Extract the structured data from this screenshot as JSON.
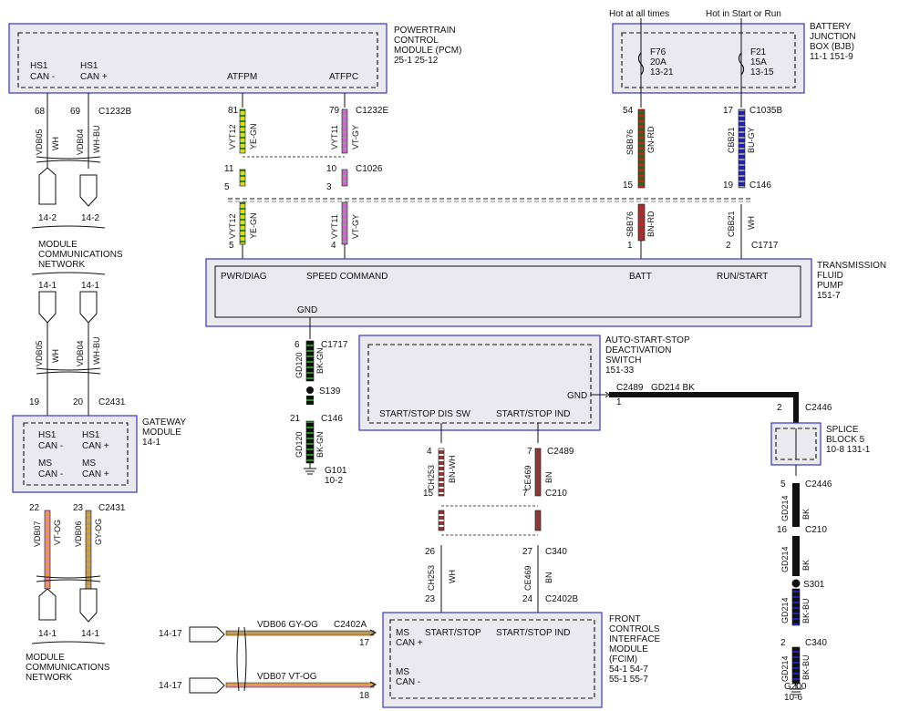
{
  "modules": {
    "pcm": {
      "title": [
        "POWERTRAIN",
        "CONTROL",
        "MODULE (PCM)",
        "25-1   25-12"
      ],
      "pins": {
        "hs1_can_minus": [
          "HS1",
          "CAN -"
        ],
        "hs1_can_plus": [
          "HS1",
          "CAN +"
        ],
        "atfpm": "ATFPM",
        "atfpc": "ATFPC"
      }
    },
    "bjb": {
      "title": [
        "BATTERY",
        "JUNCTION",
        "BOX (BJB)",
        "11-1   151-9"
      ],
      "hot_all": "Hot at all times",
      "hot_start_run": "Hot in Start or Run",
      "f76": [
        "F76",
        "20A",
        "13-21"
      ],
      "f21": [
        "F21",
        "15A",
        "13-15"
      ]
    },
    "pump": {
      "title": [
        "TRANSMISSION",
        "FLUID",
        "PUMP",
        "151-7"
      ],
      "pins": {
        "pwr": "PWR/DIAG",
        "speed": "SPEED COMMAND",
        "batt": "BATT",
        "run": "RUN/START",
        "gnd": "GND"
      }
    },
    "switch": {
      "title": [
        "AUTO-START-STOP",
        "DEACTIVATION",
        "SWITCH",
        "151-33"
      ],
      "pins": {
        "gnd": "GND",
        "dis": "START/STOP DIS SW",
        "ind": "START/STOP IND"
      }
    },
    "gateway": {
      "title": [
        "GATEWAY",
        "MODULE",
        "14-1"
      ],
      "pins": {
        "hs1m": [
          "HS1",
          "CAN -"
        ],
        "hs1p": [
          "HS1",
          "CAN +"
        ],
        "msm": [
          "MS",
          "CAN -"
        ],
        "msp": [
          "MS",
          "CAN +"
        ]
      }
    },
    "splice": {
      "title": [
        "SPLICE",
        "BLOCK 5",
        "10-8   131-1"
      ]
    },
    "fcim": {
      "title": [
        "FRONT",
        "CONTROLS",
        "INTERFACE",
        "MODULE",
        "(FCIM)",
        "54-1   54-7",
        "55-1   55-7"
      ],
      "pins": {
        "msp": [
          "MS",
          "CAN +"
        ],
        "msm": [
          "MS",
          "CAN -"
        ],
        "ss": "START/STOP",
        "ssi": "START/STOP IND"
      }
    }
  },
  "network": {
    "label": [
      "MODULE",
      "COMMUNICATIONS",
      "NETWORK"
    ],
    "ref_14_2": "14-2",
    "ref_14_1": "14-1",
    "ref_14_17": "14-17"
  },
  "connectors": {
    "c1232b": "C1232B",
    "c1232e": "C1232E",
    "c1026": "C1026",
    "c1035b": "C1035B",
    "c146": "C146",
    "c1717": "C1717",
    "c2431": "C2431",
    "c2489": "C2489",
    "c2446": "C2446",
    "c210": "C210",
    "c340": "C340",
    "c2402b": "C2402B",
    "c2402a": "C2402A",
    "s139": "S139",
    "s301": "S301",
    "g101": [
      "G101",
      "10-2"
    ],
    "g200": [
      "G200",
      "10-6"
    ]
  },
  "pins": {
    "p68": "68",
    "p69": "69",
    "p81": "81",
    "p79": "79",
    "p11": "11",
    "p10": "10",
    "p5a": "5",
    "p3": "3",
    "p5b": "5",
    "p4": "4",
    "p54": "54",
    "p17a": "17",
    "p15": "15",
    "p19a": "19",
    "p1a": "1",
    "p2a": "2",
    "p6": "6",
    "p21": "21",
    "p19b": "19",
    "p20": "20",
    "p22": "22",
    "p23a": "23",
    "p1b": "1",
    "p2b": "2",
    "p4b": "4",
    "p7a": "7",
    "p15b": "15",
    "p7b": "7",
    "p26": "26",
    "p27": "27",
    "p23b": "23",
    "p24": "24",
    "p17b": "17",
    "p18": "18",
    "p5c": "5",
    "p16": "16",
    "p2c": "2"
  },
  "wires": {
    "vdb05": "VDB05",
    "vdb04": "VDB04",
    "wh": "WH",
    "whbu": "WH-BU",
    "vyt12": "VYT12",
    "yegn": "YE-GN",
    "vyt11": "VYT11",
    "vtgy": "VT-GY",
    "sbb76": "SBB76",
    "gnrd": "GN-RD",
    "cbb21": "CBB21",
    "bugy": "BU-GY",
    "bnrd": "BN-RD",
    "gd120": "GD120",
    "bkgn": "BK-GN",
    "gd214": "GD214",
    "bk": "BK",
    "bkbu": "BK-BU",
    "vdb07": "VDB07",
    "vtog": "VT-OG",
    "vdb06": "VDB06",
    "gyog": "GY-OG",
    "ch253": "CH253",
    "bnwh": "BN-WH",
    "ce469": "CE469",
    "bn": "BN",
    "vdb06_full": "VDB06   GY-OG",
    "vdb07_full": "VDB07   VT-OG",
    "gd214_full": "GD214   BK"
  },
  "colors": {
    "yellow": "#d9d92a",
    "green": "#2e8b2e",
    "violet": "#cc66cc",
    "grey": "#999999",
    "dkgreen": "#3b5f1a",
    "red": "#cc2222",
    "blue": "#2222aa",
    "white": "#ffffff",
    "black": "#111111",
    "brown": "#8b3a3a",
    "orange": "#e0a030",
    "pink": "#e88a9a",
    "module_fill": "#e9e9ef",
    "module_border": "#3333cc"
  }
}
